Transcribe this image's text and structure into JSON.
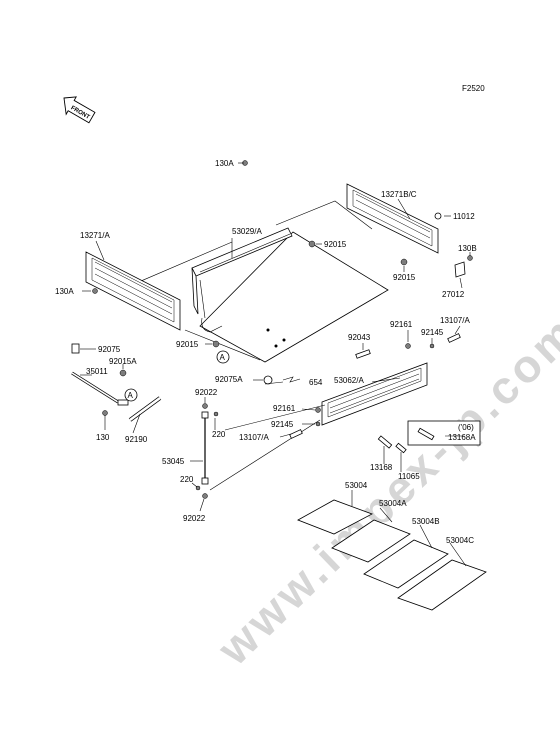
{
  "figure_code": "F2520",
  "front_badge": "FRONT",
  "watermark": "www.impex-jp.com",
  "reference_mark": "A",
  "mat_box_label": "('06)",
  "parts": [
    {
      "id": "p130A_top",
      "text": "130A"
    },
    {
      "id": "p13271BC",
      "text": "13271B/C"
    },
    {
      "id": "p11012",
      "text": "11012"
    },
    {
      "id": "p130B",
      "text": "130B"
    },
    {
      "id": "p27012",
      "text": "27012"
    },
    {
      "id": "p92015_r",
      "text": "92015"
    },
    {
      "id": "p53029A",
      "text": "53029/A"
    },
    {
      "id": "p92015_c",
      "text": "92015"
    },
    {
      "id": "p13271A",
      "text": "13271/A"
    },
    {
      "id": "p130A_left",
      "text": "130A"
    },
    {
      "id": "p92015_l",
      "text": "92015"
    },
    {
      "id": "p92043",
      "text": "92043"
    },
    {
      "id": "p92161_t",
      "text": "92161"
    },
    {
      "id": "p92145_t",
      "text": "92145"
    },
    {
      "id": "p13107A_t",
      "text": "13107/A"
    },
    {
      "id": "p92075",
      "text": "92075"
    },
    {
      "id": "p92015A",
      "text": "92015A"
    },
    {
      "id": "p35011",
      "text": "35011"
    },
    {
      "id": "p92075A",
      "text": "92075A"
    },
    {
      "id": "p654",
      "text": "654"
    },
    {
      "id": "p53062A",
      "text": "53062/A"
    },
    {
      "id": "p92022_t",
      "text": "92022"
    },
    {
      "id": "p92161_b",
      "text": "92161"
    },
    {
      "id": "p220_t",
      "text": "220"
    },
    {
      "id": "p92145_b",
      "text": "92145"
    },
    {
      "id": "p13107A_b",
      "text": "13107/A"
    },
    {
      "id": "p130",
      "text": "130"
    },
    {
      "id": "p92190",
      "text": "92190"
    },
    {
      "id": "p53045",
      "text": "53045"
    },
    {
      "id": "p13168A",
      "text": "13168A"
    },
    {
      "id": "p13168",
      "text": "13168"
    },
    {
      "id": "p11065",
      "text": "11065"
    },
    {
      "id": "p220_b",
      "text": "220"
    },
    {
      "id": "p92022_b",
      "text": "92022"
    },
    {
      "id": "p53004",
      "text": "53004"
    },
    {
      "id": "p53004A",
      "text": "53004A"
    },
    {
      "id": "p53004B",
      "text": "53004B"
    },
    {
      "id": "p53004C",
      "text": "53004C"
    }
  ]
}
